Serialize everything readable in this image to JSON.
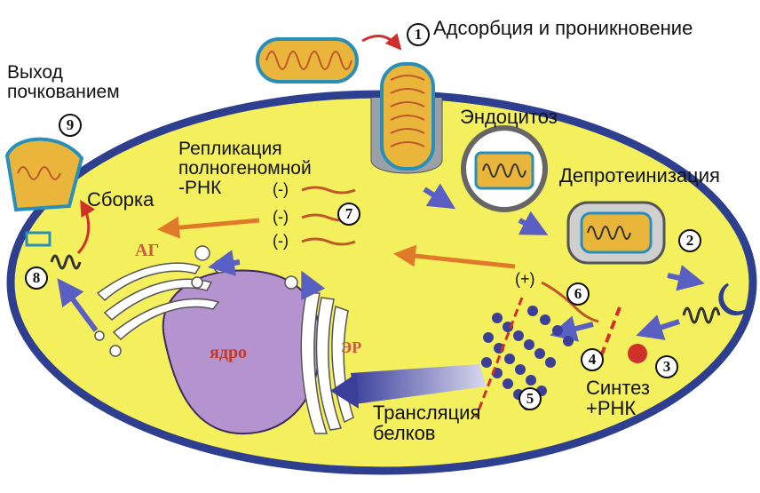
{
  "labels": {
    "step1": "Адсорбция и проникновение",
    "exit": "Выход\nпочкованием",
    "endocytosis": "Эндоцитоз",
    "deproteinization": "Депротеинизация",
    "replication": "Репликация\nполногеномной\n-РНК",
    "assembly": "Сборка",
    "golgi": "АГ",
    "er": "ЭР",
    "nucleus": "ядро",
    "synthesis": "Синтез\n+РНК",
    "translation": "Трансляция\nбелков",
    "minus": "(-)",
    "plus": "(+)"
  },
  "steps": [
    "1",
    "2",
    "3",
    "4",
    "5",
    "6",
    "7",
    "8",
    "9"
  ],
  "colors": {
    "cell_fill": "#f4ef5c",
    "membrane": "#2f3f8f",
    "nucleus": "#b493cf",
    "arrow_blue": "#5a5fc4",
    "arrow_orange": "#e07a2a",
    "rna": "#c0572b",
    "capsid": "#e9b53a"
  }
}
